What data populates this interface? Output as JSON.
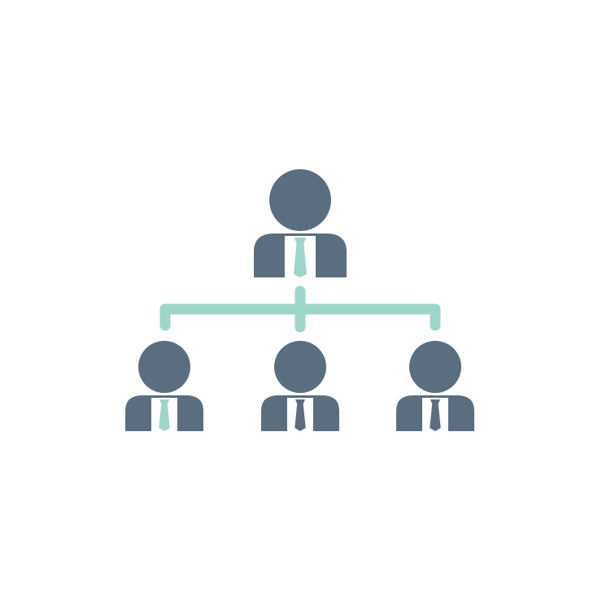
{
  "diagram": {
    "type": "org-chart",
    "colors": {
      "background": "#ffffff",
      "person": "#5b6e80",
      "connector": "#9dd6c8",
      "shirt": "#ffffff",
      "tie_leader": "#9dd6c8",
      "tie_member_accent": "#9dd6c8",
      "tie_member_dark": "#5b6e80"
    },
    "nodes": [
      {
        "id": "leader",
        "role": "top",
        "icon": "businessman-icon",
        "tie": "teal"
      },
      {
        "id": "member-left",
        "role": "subordinate",
        "icon": "businessman-icon",
        "tie": "teal"
      },
      {
        "id": "member-center",
        "role": "subordinate",
        "icon": "businessman-icon",
        "tie": "dark"
      },
      {
        "id": "member-right",
        "role": "subordinate",
        "icon": "businessman-icon",
        "tie": "dark"
      }
    ],
    "edges": [
      {
        "from": "leader",
        "to": "member-left"
      },
      {
        "from": "leader",
        "to": "member-center"
      },
      {
        "from": "leader",
        "to": "member-right"
      }
    ]
  }
}
